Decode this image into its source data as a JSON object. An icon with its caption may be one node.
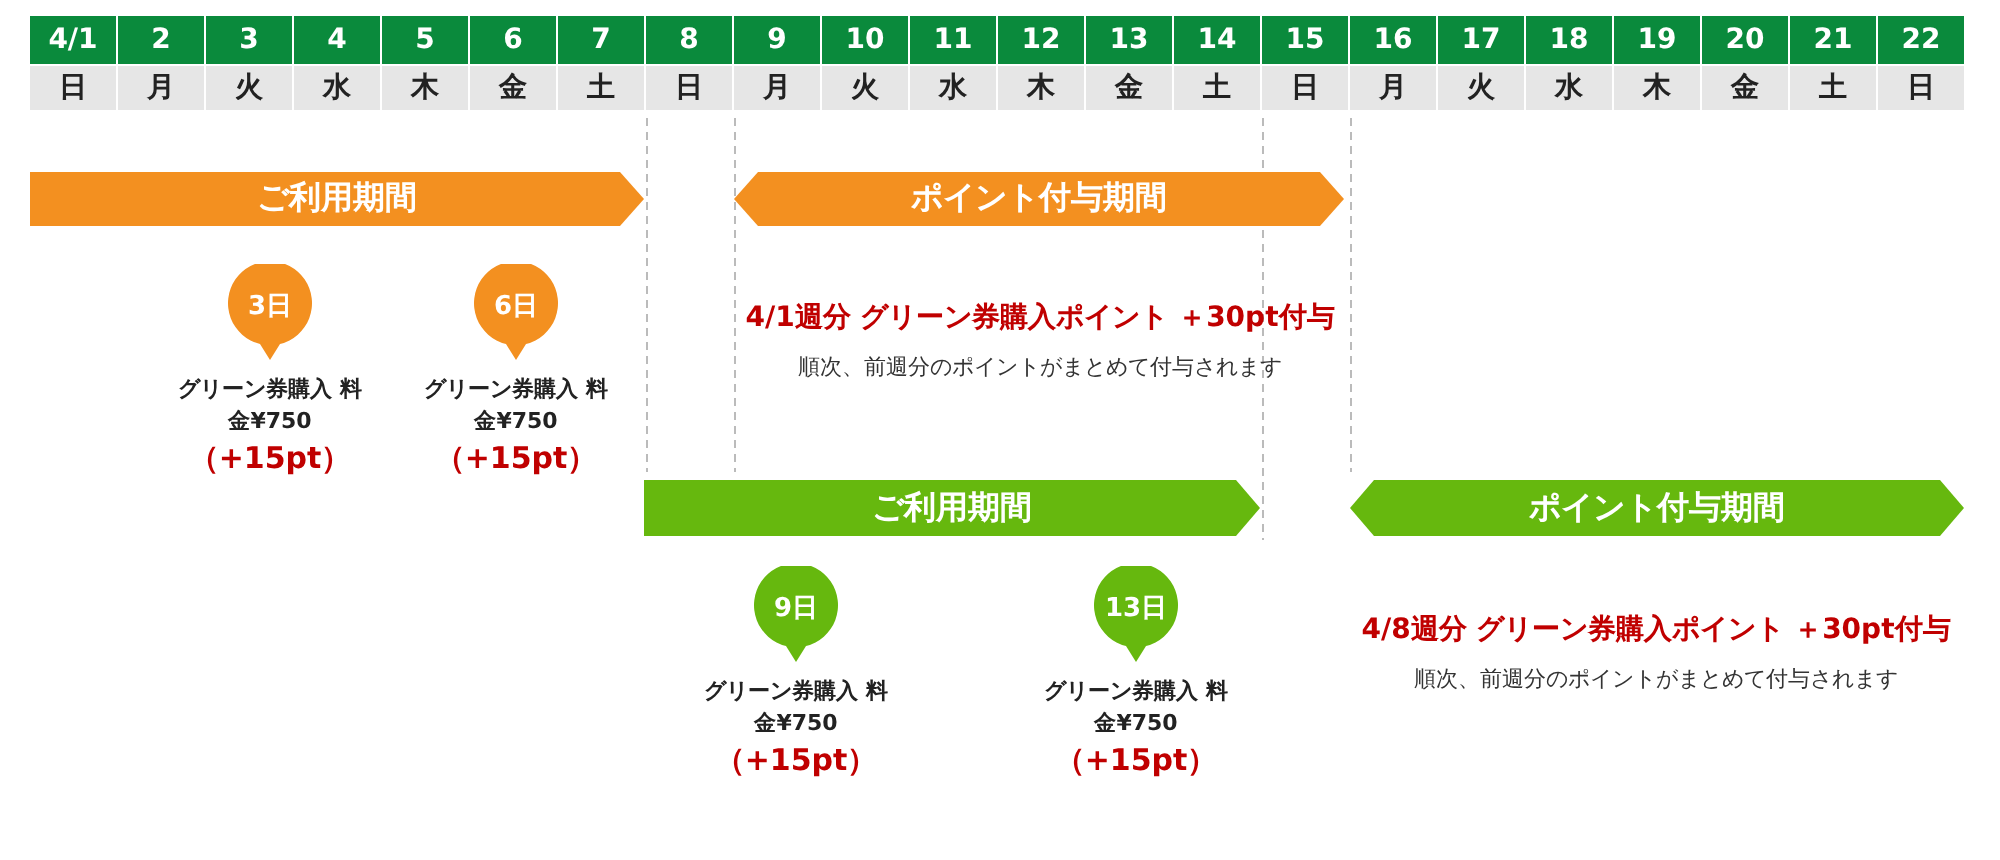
{
  "diagram": {
    "nodes": [
      {
        "text": [
          "ご利用期間"
        ]
      },
      {
        "text": [
          "ポイント付与期間"
        ]
      },
      {
        "text": [
          "3日"
        ],
        "beside": [
          "グリーン券購入 料金¥750",
          "（+15pt）"
        ]
      },
      {
        "text": [
          "6日"
        ],
        "beside": [
          "グリーン券購入 料金¥750",
          "（+15pt）"
        ]
      },
      {
        "text": [
          "ご利用期間"
        ]
      },
      {
        "text": [
          "ポイント付与期間"
        ]
      },
      {
        "text": [
          "9日"
        ],
        "beside": [
          "グリーン券購入 料金¥750",
          "（+15pt）"
        ]
      },
      {
        "text": [
          "13日"
        ],
        "beside": [
          "グリーン券購入 料金¥750",
          "（+15pt）"
        ]
      }
    ],
    "edges": [],
    "labels": [
      "4/1",
      "2",
      "3",
      "4",
      "5",
      "6",
      "7",
      "8",
      "9",
      "10",
      "11",
      "12",
      "13",
      "14",
      "15",
      "16",
      "17",
      "18",
      "19",
      "20",
      "21",
      "22",
      "日",
      "月",
      "火",
      "水",
      "木",
      "金",
      "土",
      "日",
      "月",
      "火",
      "水",
      "木",
      "金",
      "土",
      "日",
      "月",
      "火",
      "水",
      "木",
      "金",
      "土",
      "日",
      "4/1週分 グリーン券購入ポイント ＋30pt付与",
      "順次、前週分のポイントがまとめて付与されます",
      "4/8週分 グリーン券購入ポイント ＋30pt付与",
      "順次、前週分のポイントがまとめて付与されます"
    ]
  }
}
